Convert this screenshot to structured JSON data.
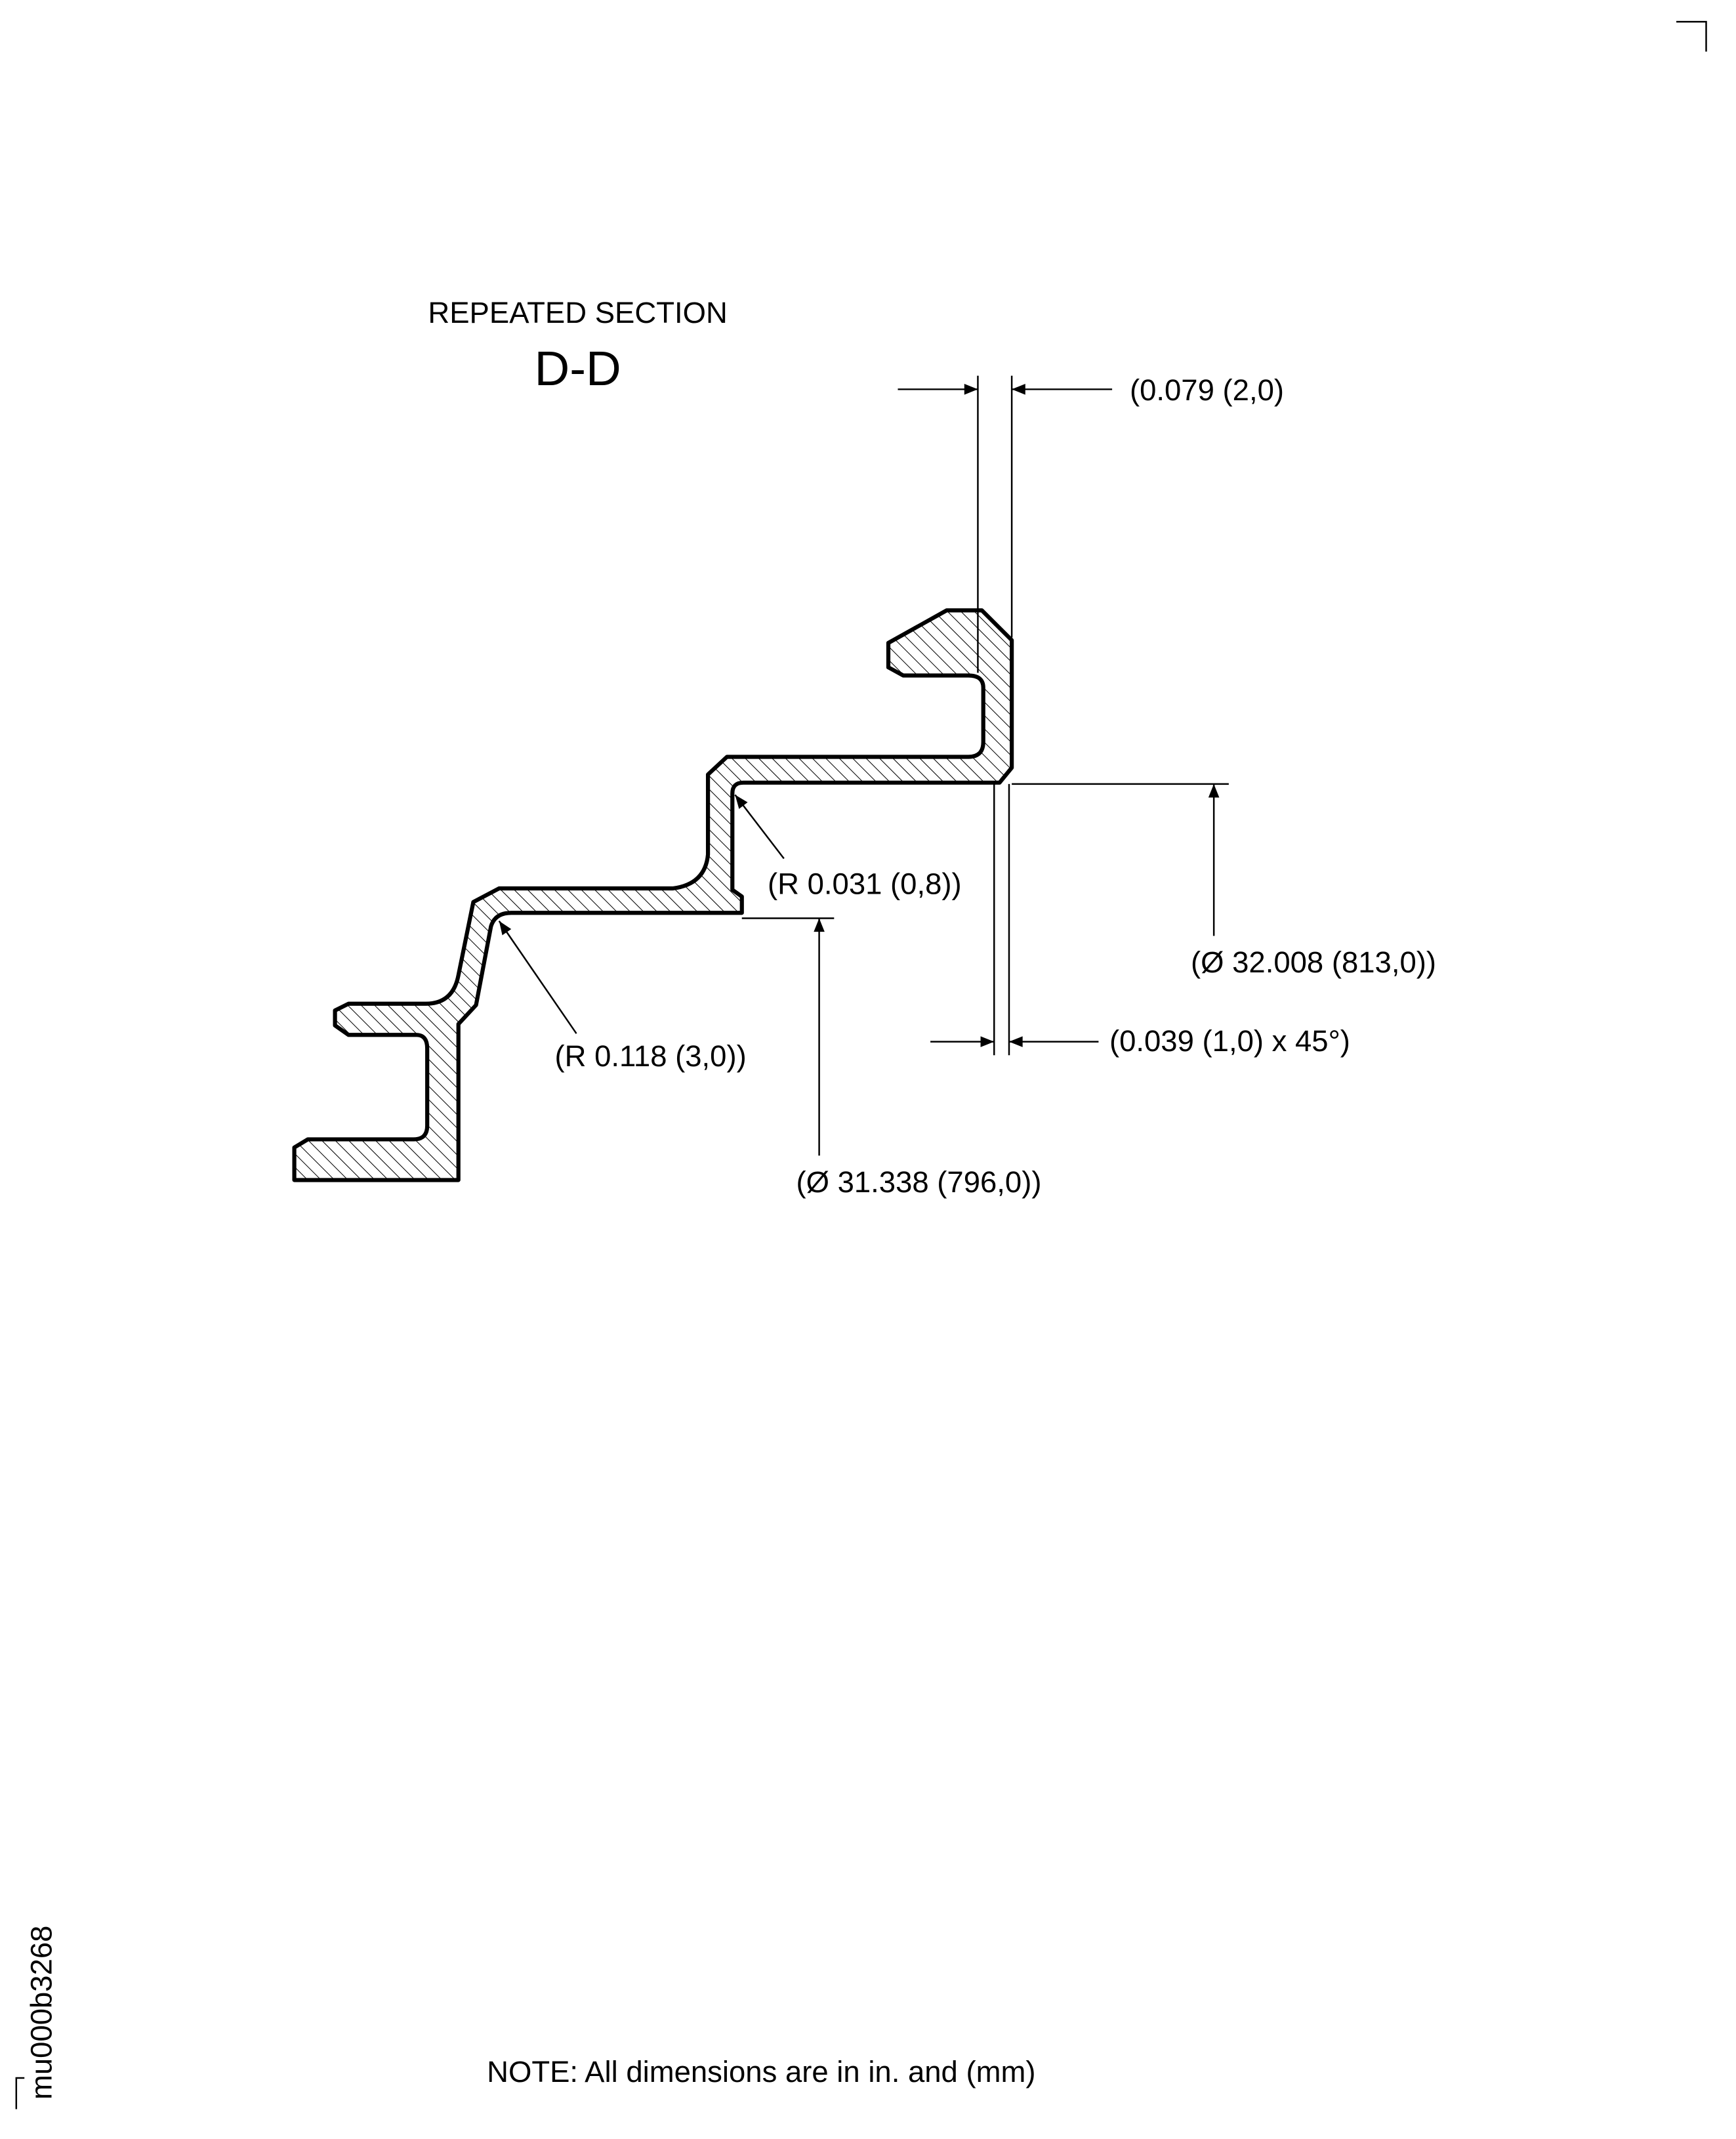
{
  "title": {
    "line1": "REPEATED SECTION",
    "line2": "D-D"
  },
  "dimensions": {
    "wall_thickness": "(0.079 (2,0)",
    "outer_diameter": "(Ø 32.008 (813,0))",
    "chamfer": "(0.039 (1,0) x 45°)",
    "inner_diameter": "(Ø 31.338 (796,0))",
    "radius_small": "(R 0.031 (0,8))",
    "radius_large": "(R 0.118 (3,0))"
  },
  "note": "NOTE: All dimensions are in in. and (mm)",
  "figure_id": "mu000b3268"
}
